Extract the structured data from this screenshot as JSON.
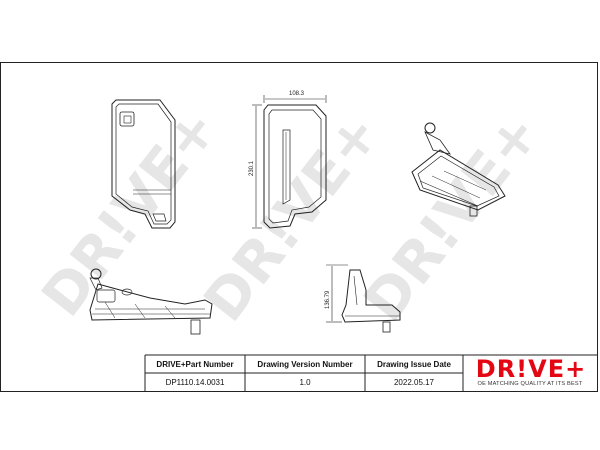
{
  "watermark": {
    "text": "DR!VE+"
  },
  "dimensions": {
    "width": "108.3",
    "height": "230.1",
    "side_height": "136.79"
  },
  "title_block": {
    "headers": [
      "DRIVE+Part Number",
      "Drawing Version Number",
      "Drawing Issue Date"
    ],
    "values": [
      "DP1110.14.0031",
      "1.0",
      "2022.05.17"
    ]
  },
  "logo": {
    "brand": "DR!VE+",
    "tagline": "OE MATCHING QUALITY AT ITS BEST",
    "color": "#e30613"
  }
}
